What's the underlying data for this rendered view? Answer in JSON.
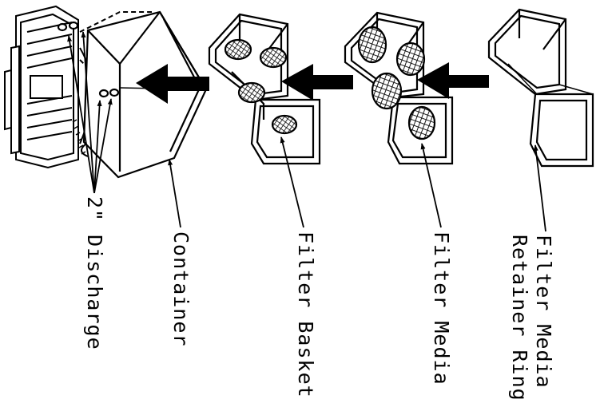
{
  "labels": {
    "discharge": "2\" Discharge",
    "container": "Container",
    "filter_basket": "Filter Basket",
    "filter_media": "Filter Media",
    "retainer_line1": "Filter Media",
    "retainer_line2": "Retainer Ring"
  },
  "colors": {
    "line": "#000000",
    "background": "#ffffff",
    "mesh": "#1a1a1a"
  }
}
